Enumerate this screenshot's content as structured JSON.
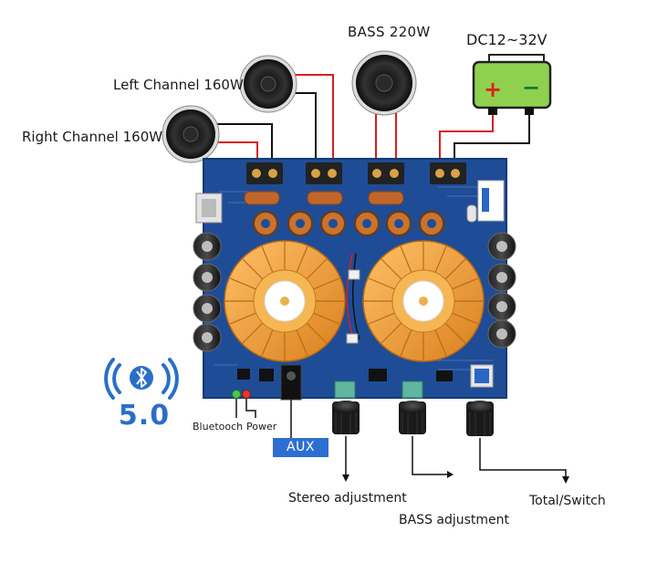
{
  "labels": {
    "right_channel": "Right Channel 160W",
    "left_channel": "Left Channel 160W",
    "bass": "BASS 220W",
    "dc_input": "DC12~32V",
    "bluetooth": "Bluetooch",
    "power": "Power",
    "aux": "AUX",
    "stereo_adjustment": "Stereo adjustment",
    "bass_adjustment": "BASS adjustment",
    "total_switch": "Total/Switch"
  },
  "battery": {
    "plus": "+",
    "minus": "−"
  },
  "bluetooth_badge": {
    "version": "5.0",
    "icon": "bluetooth-icon",
    "color": "#2a6fc7"
  },
  "colors": {
    "board": "#1f4c96",
    "heatsink": "#f1a23c",
    "battery": "#8fd14f",
    "wire_red": "#d81e1e",
    "wire_black": "#111111",
    "aux_box": "#2d6fd1"
  }
}
